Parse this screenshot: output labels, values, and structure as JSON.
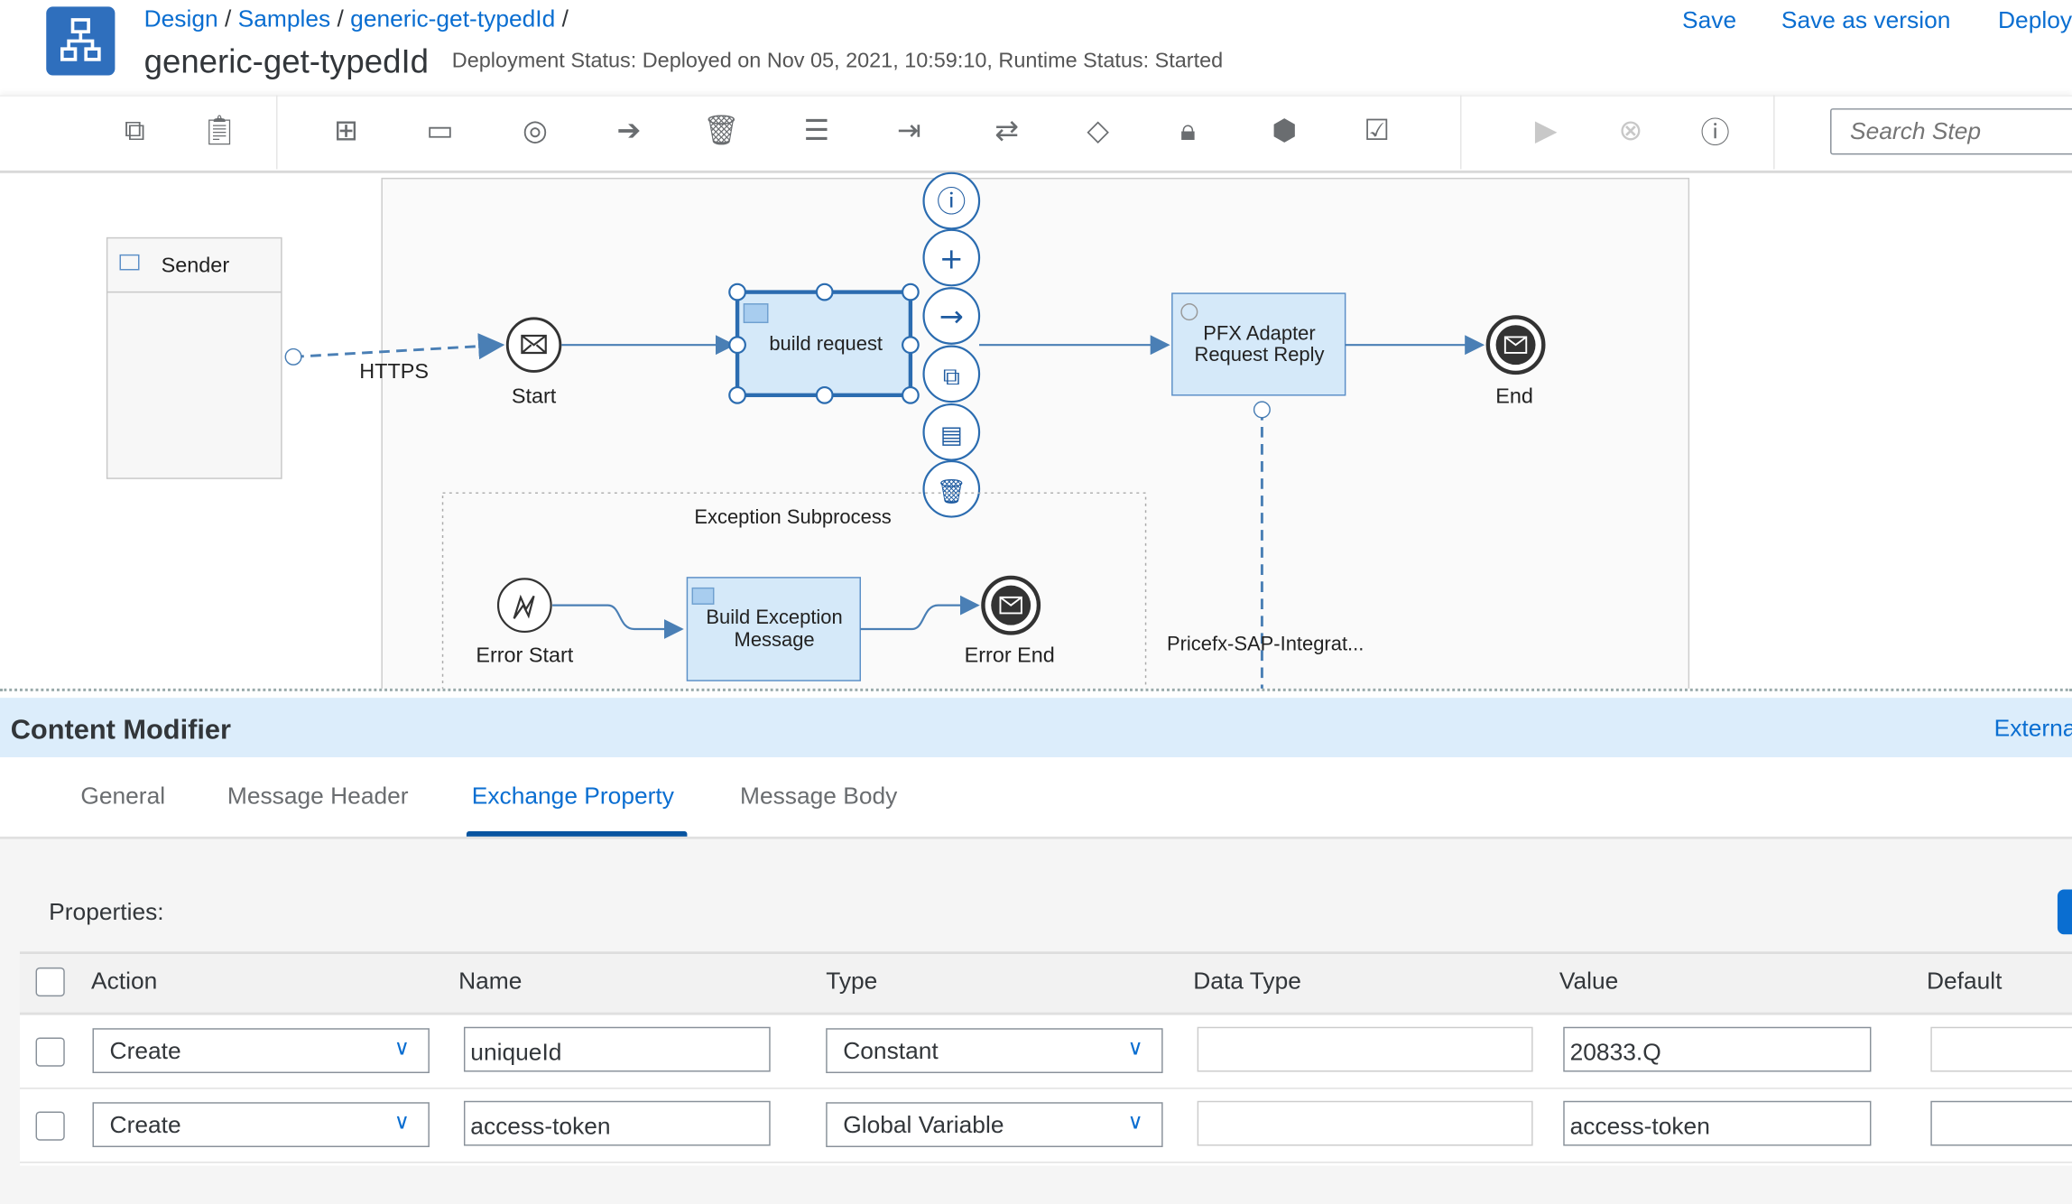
{
  "header": {
    "breadcrumb": [
      "Design",
      "Samples",
      "generic-get-typedId"
    ],
    "title": "generic-get-typedId",
    "status": "Deployment Status: Deployed on Nov 05, 2021, 10:59:10, Runtime Status: Started",
    "actions": {
      "save": "Save",
      "save_as_version": "Save as version",
      "deploy": "Deploy"
    }
  },
  "toolbar": {
    "icons": [
      "copy-icon",
      "paste-icon",
      "add-step-icon",
      "window-icon",
      "target-icon",
      "arrow-right-icon",
      "delete-icon",
      "menu-icon",
      "import-icon",
      "swap-icon",
      "diamond-icon",
      "lock-icon",
      "package-icon",
      "clipboard-check-icon",
      "run-icon",
      "cancel-icon",
      "help-icon"
    ],
    "search_placeholder": "Search Step"
  },
  "diagram": {
    "sender": "Sender",
    "connection_label": "HTTPS",
    "start": "Start",
    "build_request": "build request",
    "pfx_adapter": [
      "PFX Adapter",
      "Request Reply"
    ],
    "end": "End",
    "exception_subprocess": "Exception Subprocess",
    "error_start": "Error Start",
    "build_exception": [
      "Build Exception",
      "Message"
    ],
    "error_end": "Error End",
    "receiver_label": "Pricefx-SAP-Integrat..."
  },
  "panel": {
    "title": "Content Modifier",
    "right_link": "Externa",
    "tabs": [
      "General",
      "Message Header",
      "Exchange Property",
      "Message Body"
    ],
    "active_tab": "Exchange Property",
    "properties_label": "Properties:",
    "columns": [
      "Action",
      "Name",
      "Type",
      "Data Type",
      "Value",
      "Default"
    ],
    "rows": [
      {
        "action": "Create",
        "name": "uniqueId",
        "type": "Constant",
        "data_type": "",
        "value": "20833.Q",
        "default": ""
      },
      {
        "action": "Create",
        "name": "access-token",
        "type": "Global Variable",
        "data_type": "",
        "value": "access-token",
        "default": ""
      }
    ]
  },
  "colors": {
    "accent": "#0a6ed1",
    "panel_header": "#dcedfb",
    "node_fill": "#d5e9f9"
  }
}
